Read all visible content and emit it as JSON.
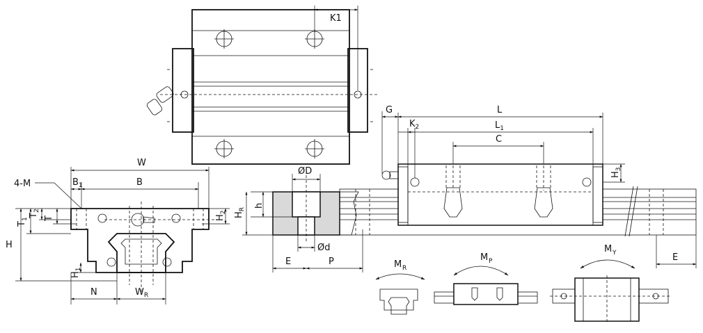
{
  "labels": {
    "K1": "K1",
    "G": "G",
    "L": "L",
    "L1_base": "L",
    "L1_sub": "1",
    "K2_base": "K",
    "K2_sub": "2",
    "C": "C",
    "H3_base": "H",
    "H3_sub": "3",
    "W": "W",
    "four_M": "4-M",
    "B1_base": "B",
    "B1_sub": "1",
    "B": "B",
    "T1_base": "T",
    "T1_sub": "1",
    "T2_base": "T",
    "T2_sub": "2",
    "T": "T",
    "H": "H",
    "H1_base": "H",
    "H1_sub": "1",
    "H2_base": "H",
    "H2_sub": "2",
    "N": "N",
    "WR_base": "W",
    "WR_sub": "R",
    "OD": "ØD",
    "h": "h",
    "HR_base": "H",
    "HR_sub": "R",
    "Od": "Ød",
    "E": "E",
    "P": "P",
    "E_right": "E",
    "MR_base": "M",
    "MR_sub": "R",
    "MP_base": "M",
    "MP_sub": "P",
    "MY_base": "M",
    "MY_sub": "Y"
  }
}
